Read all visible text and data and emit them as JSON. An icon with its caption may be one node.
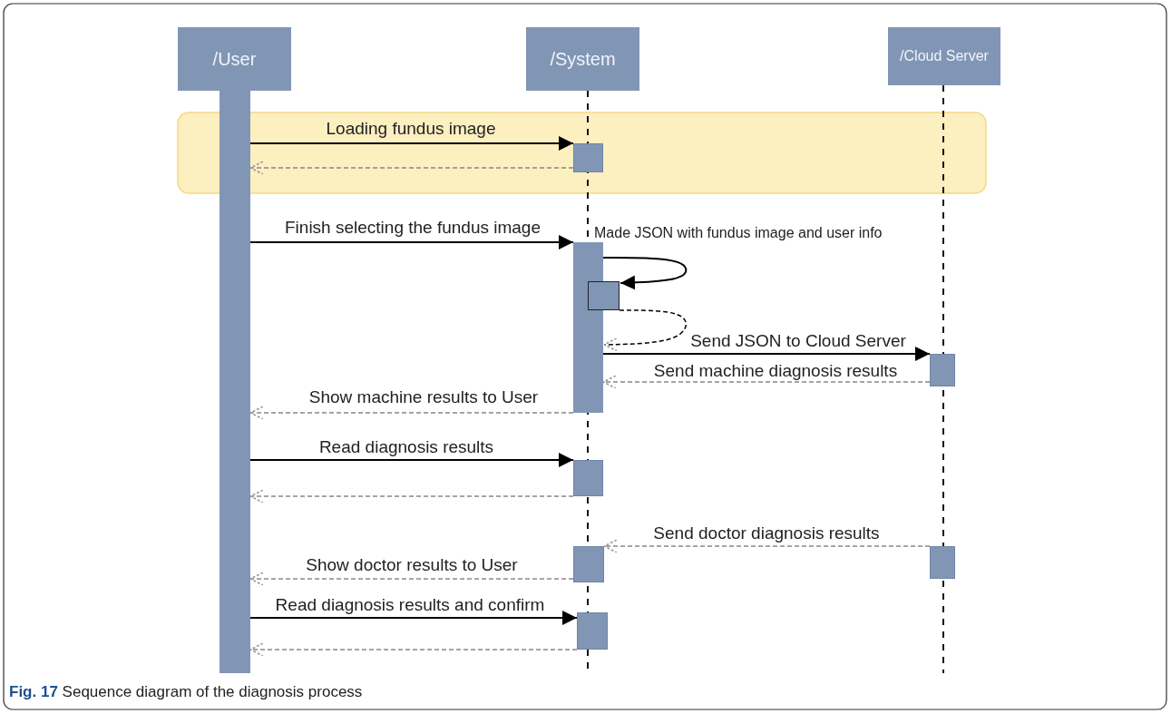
{
  "diagram": {
    "caption": "**Fig. 17** Sequence diagram of the diagnosis process",
    "nodes": [
      {
        "text": [
          "/User"
        ]
      },
      {
        "text": [
          "/System"
        ]
      },
      {
        "text": [
          "/Cloud Server"
        ]
      },
      {
        "text": [],
        "shape": "bar"
      },
      {
        "text": [],
        "shape": "box"
      },
      {
        "text": [],
        "shape": "bar"
      },
      {
        "text": [],
        "shape": "box"
      },
      {
        "text": [],
        "shape": "box"
      },
      {
        "text": [],
        "shape": "box"
      },
      {
        "text": [],
        "shape": "box"
      },
      {
        "text": [],
        "shape": "box"
      },
      {
        "text": [],
        "shape": "box"
      }
    ],
    "edges": [
      {
        "from": 3,
        "to": 4,
        "arrow": "to",
        "label": "Loading fundus image"
      },
      {
        "from": 4,
        "to": 3,
        "arrow": "to",
        "style": "dashed",
        "color": "#888888"
      },
      {
        "from": 3,
        "to": 5,
        "arrow": "to",
        "label": "Finish selecting the fundus image"
      },
      {
        "from": 5,
        "to": 6,
        "arrow": "to",
        "label": "Made JSON with fundus image and user info"
      },
      {
        "from": 6,
        "to": 5,
        "arrow": "to",
        "style": "dashed"
      },
      {
        "from": 5,
        "to": 7,
        "arrow": "to",
        "label": "Send JSON to Cloud Server"
      },
      {
        "from": 7,
        "to": 5,
        "arrow": "to",
        "style": "dashed",
        "color": "#888888",
        "label": "Send machine diagnosis results"
      },
      {
        "from": 5,
        "to": 3,
        "arrow": "to",
        "style": "dashed",
        "color": "#888888",
        "label": "Show machine results to User"
      },
      {
        "from": 3,
        "to": 8,
        "arrow": "to",
        "label": "Read diagnosis results"
      },
      {
        "from": 8,
        "to": 3,
        "arrow": "to",
        "style": "dashed",
        "color": "#888888"
      },
      {
        "from": 9,
        "to": 10,
        "arrow": "to",
        "style": "dashed",
        "color": "#888888",
        "label": "Send doctor diagnosis results"
      },
      {
        "from": 10,
        "to": 3,
        "arrow": "to",
        "style": "dashed",
        "color": "#888888",
        "label": "Show doctor results to User"
      },
      {
        "from": 3,
        "to": 11,
        "arrow": "to",
        "label": "Read diagnosis results and confirm"
      },
      {
        "from": 11,
        "to": 3,
        "arrow": "to",
        "style": "dashed",
        "color": "#888888"
      }
    ]
  }
}
